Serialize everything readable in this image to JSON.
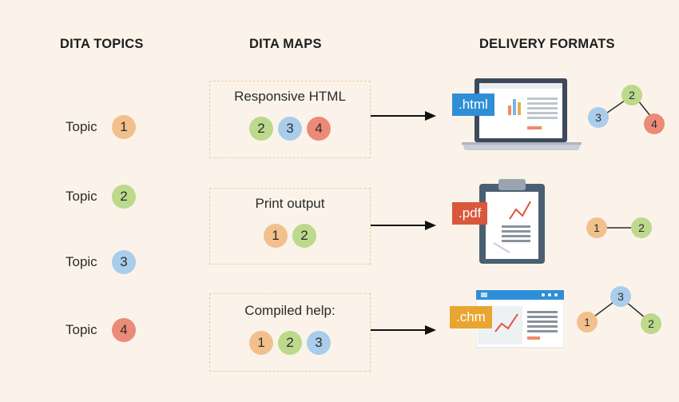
{
  "headers": {
    "topics": "DITA TOPICS",
    "maps": "DITA MAPS",
    "formats": "DELIVERY FORMATS"
  },
  "topics": [
    {
      "label": "Topic",
      "num": "1",
      "color": "#f2c08c"
    },
    {
      "label": "Topic",
      "num": "2",
      "color": "#bcd98c"
    },
    {
      "label": "Topic",
      "num": "3",
      "color": "#a9cdea"
    },
    {
      "label": "Topic",
      "num": "4",
      "color": "#ec8a78"
    }
  ],
  "maps": [
    {
      "title": "Responsive HTML",
      "nums": [
        "2",
        "3",
        "4"
      ]
    },
    {
      "title": "Print output",
      "nums": [
        "1",
        "2"
      ]
    },
    {
      "title": "Compiled help:",
      "nums": [
        "1",
        "2",
        "3"
      ]
    }
  ],
  "formats": [
    {
      "badge": ".html",
      "icon": "laptop-icon",
      "badge_color": "#2e8fd6"
    },
    {
      "badge": ".pdf",
      "icon": "clipboard-icon",
      "badge_color": "#d9583b"
    },
    {
      "badge": ".chm",
      "icon": "browser-window-icon",
      "badge_color": "#e8a531"
    }
  ],
  "trees": [
    {
      "nodes": [
        "2",
        "3",
        "4"
      ]
    },
    {
      "nodes": [
        "1",
        "2"
      ]
    },
    {
      "nodes": [
        "3",
        "1",
        "2"
      ]
    }
  ]
}
